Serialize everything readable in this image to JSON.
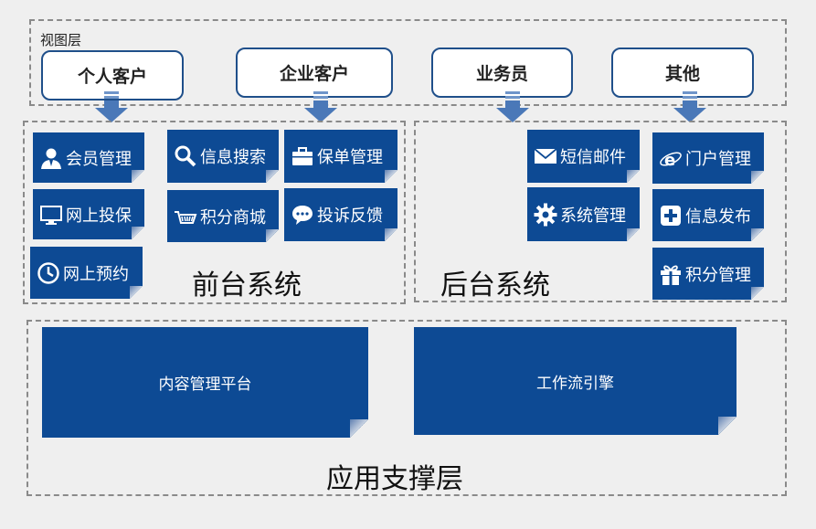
{
  "view_layer": {
    "label": "视图层",
    "users": [
      "个人客户",
      "企业客户",
      "业务员",
      "其他"
    ]
  },
  "front_system": {
    "title": "前台系统",
    "tiles": [
      {
        "label": "会员管理",
        "icon": "user-icon"
      },
      {
        "label": "网上投保",
        "icon": "monitor-icon"
      },
      {
        "label": "网上预约",
        "icon": "clock-icon"
      },
      {
        "label": "信息搜索",
        "icon": "search-icon"
      },
      {
        "label": "积分商城",
        "icon": "basket-icon"
      },
      {
        "label": "保单管理",
        "icon": "briefcase-icon"
      },
      {
        "label": "投诉反馈",
        "icon": "chat-icon"
      }
    ]
  },
  "back_system": {
    "title": "后台系统",
    "tiles": [
      {
        "label": "短信邮件",
        "icon": "envelope-icon"
      },
      {
        "label": "系统管理",
        "icon": "gear-icon"
      },
      {
        "label": "门户管理",
        "icon": "browser-e-icon"
      },
      {
        "label": "信息发布",
        "icon": "plus-icon"
      },
      {
        "label": "积分管理",
        "icon": "gift-icon"
      }
    ]
  },
  "support_layer": {
    "title": "应用支撑层",
    "blocks": [
      "内容管理平台",
      "工作流引擎"
    ]
  },
  "colors": {
    "tile": "#0d4a94",
    "border": "#1f4f8a",
    "arrow": "#4a78b8",
    "background": "#efefef"
  }
}
